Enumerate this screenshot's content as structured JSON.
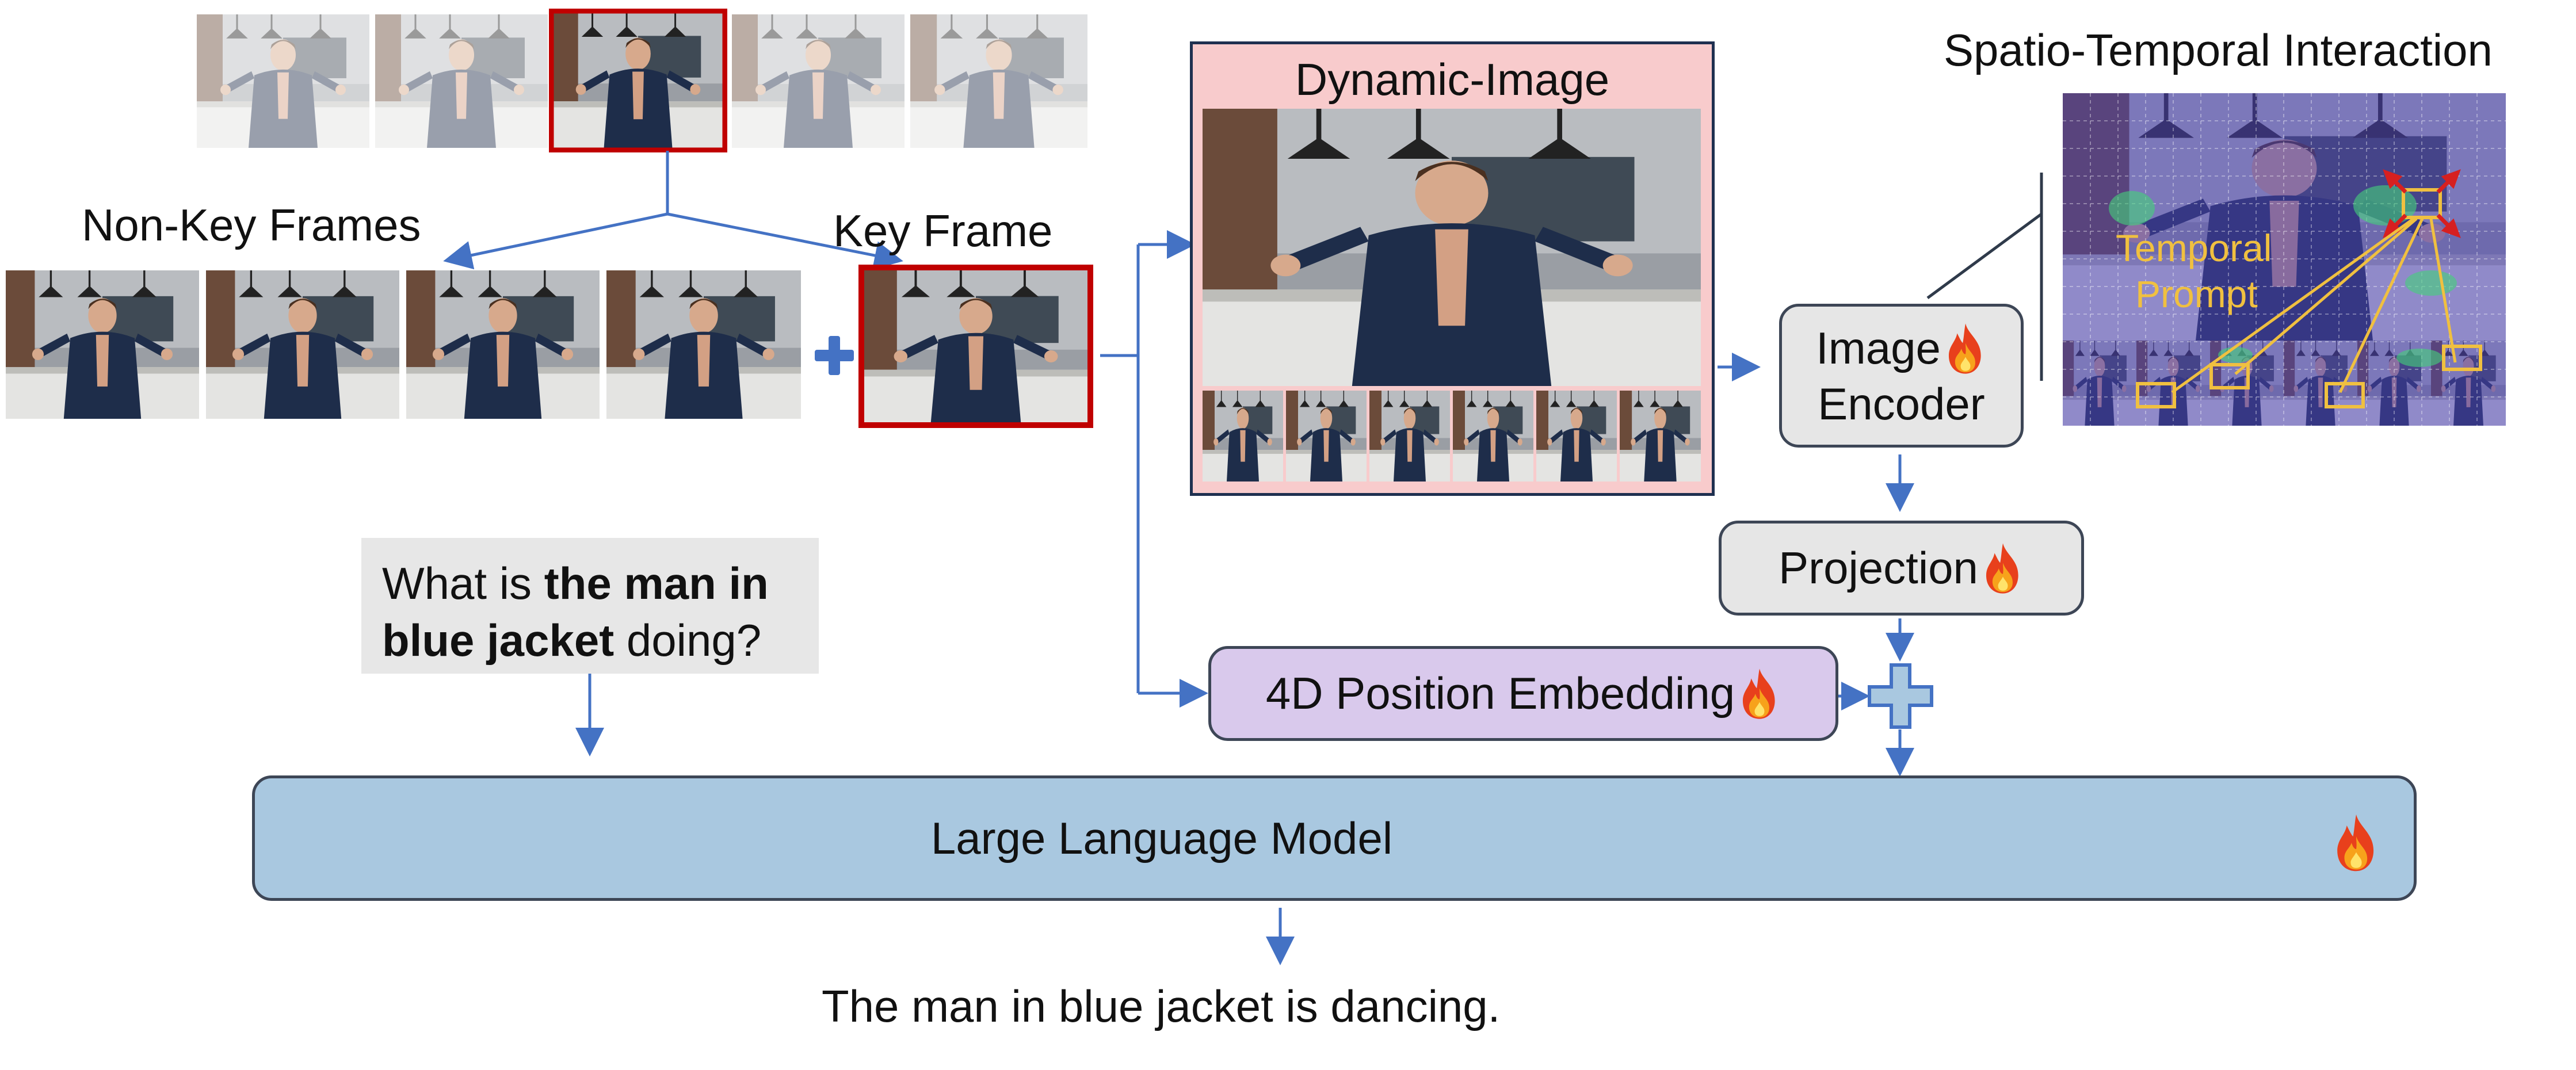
{
  "labels": {
    "non_key_frames": "Non-Key Frames",
    "key_frame": "Key Frame",
    "dynamic_image": "Dynamic-Image",
    "spatio_temporal": "Spatio-Temporal Interaction",
    "temporal_prompt_line1": "Temporal",
    "temporal_prompt_line2": "Prompt"
  },
  "modules": {
    "image_encoder_line1": "Image",
    "image_encoder_line2": "Encoder",
    "projection": "Projection",
    "position_embedding": "4D Position Embedding",
    "llm": "Large Language Model"
  },
  "question": {
    "part1": "What is ",
    "bold1": "the man in",
    "bold2": "blue jacket",
    "part2": " doing?"
  },
  "answer": "The man in blue jacket is dancing.",
  "icons": {
    "trainable": "flame-icon",
    "combine": "plus-icon"
  },
  "colors": {
    "arrow": "#4472c4",
    "key_frame_border": "#c00000",
    "dynamic_image_bg": "#f8cbcc",
    "module_bg": "#e6e6e6",
    "position_embedding_bg": "#d9c9ec",
    "llm_bg": "#a9c8e0",
    "temporal_prompt": "#f0c040",
    "question_bg": "#e7e7e7"
  }
}
